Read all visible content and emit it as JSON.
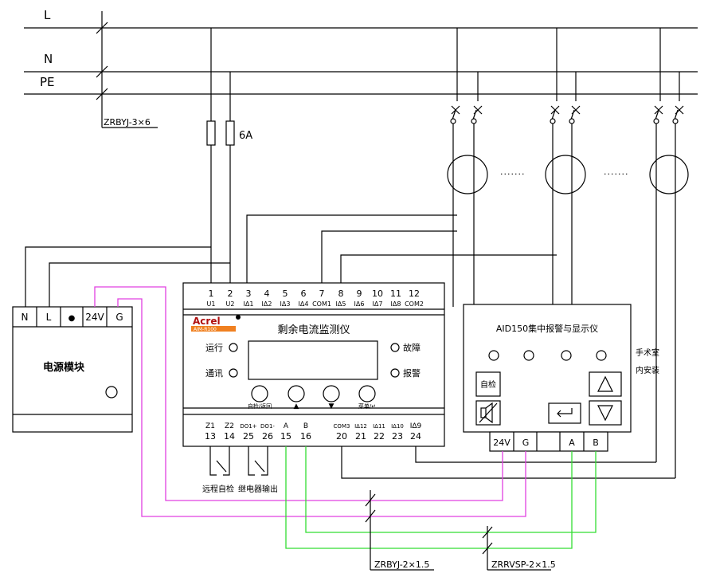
{
  "bus": {
    "L": "L",
    "N": "N",
    "PE": "PE"
  },
  "cables": {
    "main": "ZRBYJ-3×6",
    "bus1": "ZRBYJ-2×1.5",
    "bus2": "ZRRVSP-2×1.5"
  },
  "fuse_label": "6A",
  "dots": "·······",
  "power_module": {
    "title": "电源模块",
    "terminals": [
      "N",
      "L",
      "●",
      "24V",
      "G"
    ]
  },
  "monitor": {
    "brand": "Acrel",
    "model": "AIM-R100",
    "title": "剩余电流监测仪",
    "top_nums": [
      "1",
      "2",
      "3",
      "4",
      "5",
      "6",
      "7",
      "8",
      "9",
      "10",
      "11",
      "12"
    ],
    "top_labels": [
      "U1",
      "U2",
      "IΔ1",
      "IΔ2",
      "IΔ3",
      "IΔ4",
      "COM1",
      "IΔ5",
      "IΔ6",
      "IΔ7",
      "IΔ8",
      "COM2"
    ],
    "leds": {
      "run": "运行",
      "comm": "通讯",
      "fault": "故障",
      "alarm": "报警"
    },
    "buttons": {
      "selftest": "自检/返回",
      "up": "▲",
      "down": "▼",
      "menu": "菜单/↵"
    },
    "bottom_labels": [
      "Z1",
      "Z2",
      "DO1+",
      "DO1-",
      "A",
      "B",
      "COM3",
      "IΔ12",
      "IΔ11",
      "IΔ10",
      "IΔ9"
    ],
    "bottom_nums": [
      "13",
      "14",
      "25",
      "26",
      "15",
      "16",
      "20",
      "21",
      "22",
      "23",
      "24"
    ]
  },
  "under_labels": {
    "remote": "远程自检",
    "relay": "继电器输出"
  },
  "display": {
    "title": "AID150集中报警与显示仪",
    "side_note_1": "手术室",
    "side_note_2": "内安装",
    "selftest": "自检",
    "terminals": [
      "24V",
      "G",
      "",
      "A",
      "B"
    ]
  }
}
